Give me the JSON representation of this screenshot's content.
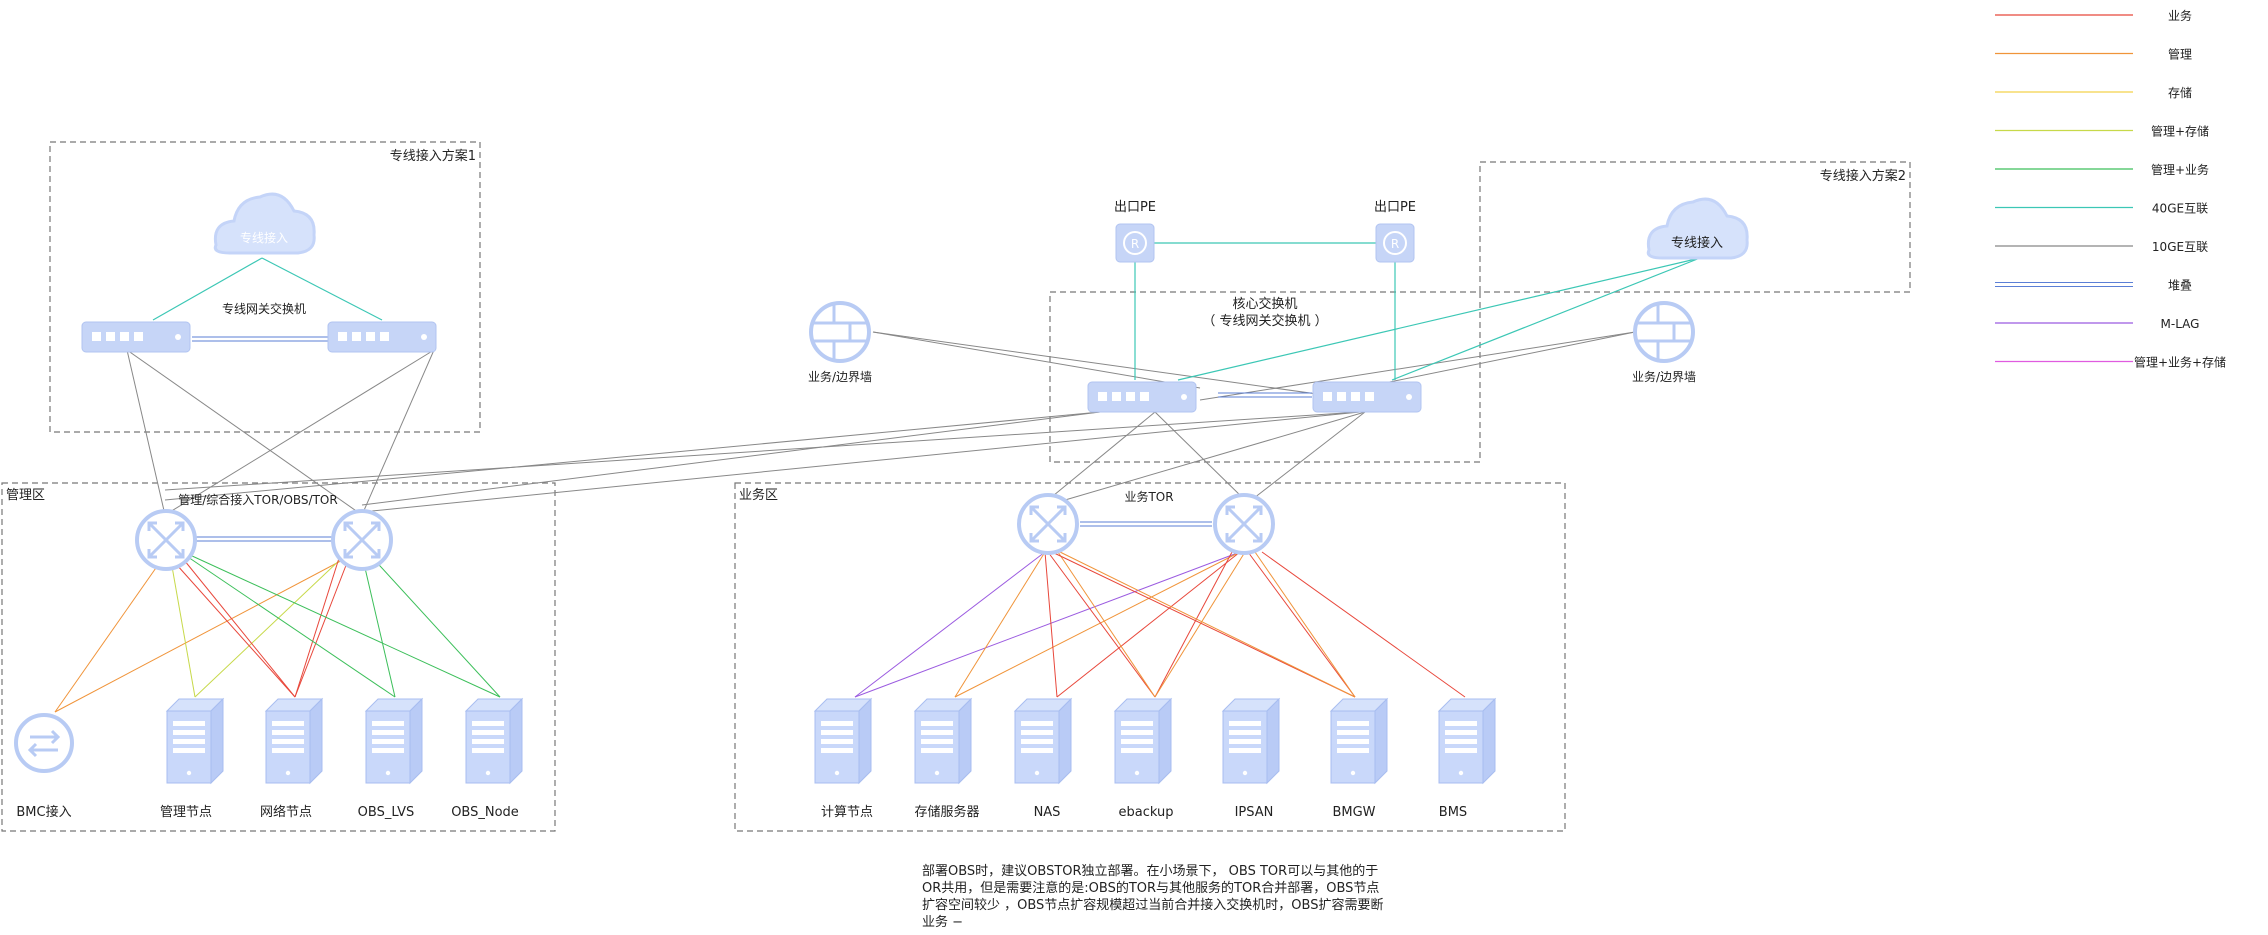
{
  "zones": {
    "private_line_scheme1": "专线接入方案1",
    "private_line_scheme2": "专线接入方案2",
    "core_switch": "核心交换机",
    "core_switch_sub": "（ 专线网关交换机 ）",
    "management_zone": "管理区",
    "business_zone": "业务区"
  },
  "devices": {
    "cloud1": "专线接入",
    "cloud2": "专线接入",
    "gateway_switch": "专线网关交换机",
    "egress_pe_left": "出口PE",
    "egress_pe_right": "出口PE",
    "firewall_left": "业务/边界墙",
    "firewall_right": "业务/边界墙",
    "mgmt_tor": "管理/综合接入TOR/OBS/TOR",
    "biz_tor": "业务TOR",
    "bmc": "BMC接入"
  },
  "mgmt_servers": [
    "管理节点",
    "网络节点",
    "OBS_LVS",
    "OBS_Node"
  ],
  "biz_servers": [
    "计算节点",
    "存储服务器",
    "NAS",
    "ebackup",
    "IPSAN",
    "BMGW",
    "BMS"
  ],
  "legend": [
    {
      "label": "业务",
      "color": "#e8473b"
    },
    {
      "label": "管理",
      "color": "#f0943a"
    },
    {
      "label": "存储",
      "color": "#f3d24a"
    },
    {
      "label": "管理+存储",
      "color": "#c7d94a"
    },
    {
      "label": "管理+业务",
      "color": "#3cbf5a"
    },
    {
      "label": "40GE互联",
      "color": "#3cc7b5"
    },
    {
      "label": "10GE互联",
      "color": "#888888"
    },
    {
      "label": "堆叠",
      "color": "#5b7fd6"
    },
    {
      "label": "M-LAG",
      "color": "#9b5be0"
    },
    {
      "label": "管理+业务+存储",
      "color": "#e05be0"
    }
  ],
  "note": "部署OBS时，建议OBSTOR独立部署。在小场景下， OBS TOR可以与其他的于OR共用，但是需要注意的是:OBS的TOR与其他服务的TOR合并部署，OBS节点扩容空间较少 ，OBS节点扩容规模超过当前合并接入交换机时，OBS扩容需要断业务 −"
}
